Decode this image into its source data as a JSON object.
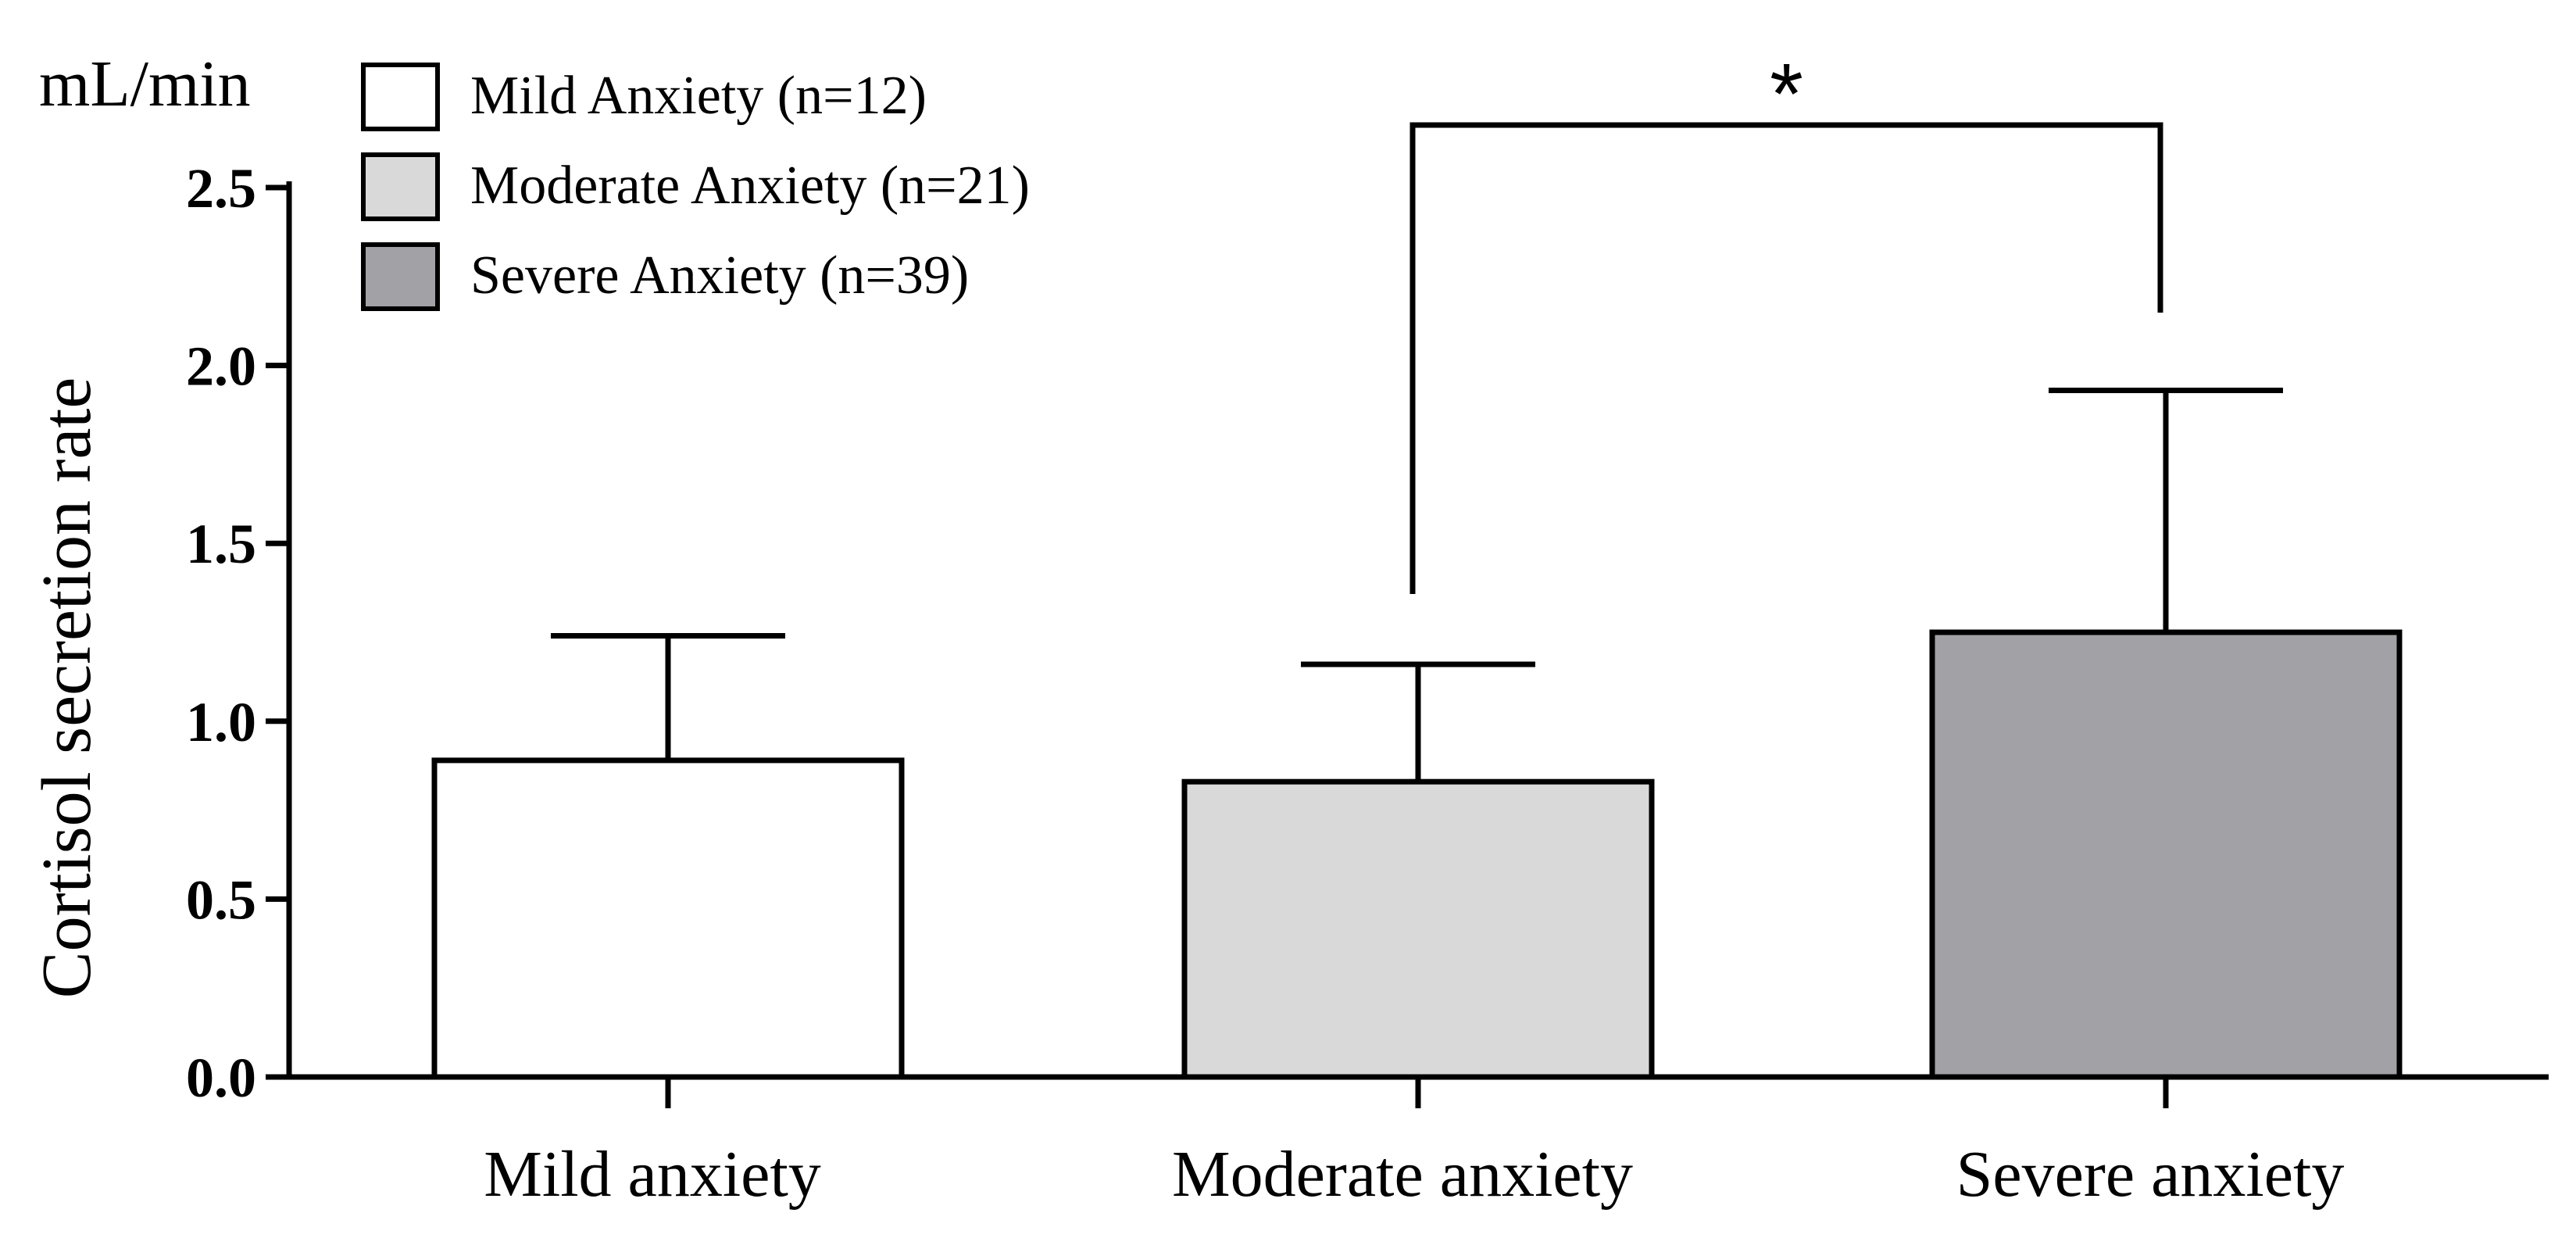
{
  "chart_data": {
    "type": "bar",
    "title": "",
    "ylabel": "Cortisol secretion rate",
    "yunit": "mL/min",
    "xlabel": "",
    "ylim": [
      0,
      2.5
    ],
    "yticks": [
      "0.0",
      "0.5",
      "1.0",
      "1.5",
      "2.0",
      "2.5"
    ],
    "grid": false,
    "legend_position": "top-left",
    "categories": [
      "Mild anxiety",
      "Moderate anxiety",
      "Severe anxiety"
    ],
    "series": [
      {
        "values": [
          0.89,
          0.83,
          1.25
        ],
        "errors": [
          0.35,
          0.33,
          0.68
        ]
      }
    ],
    "bar_colors": [
      "#ffffff",
      "#d9d9d9",
      "#a2a2a6"
    ],
    "legend": [
      {
        "label": "Mild Anxiety (n=12)",
        "color": "#ffffff"
      },
      {
        "label": "Moderate Anxiety (n=21)",
        "color": "#d9d9d9"
      },
      {
        "label": "Severe Anxiety (n=39)",
        "color": "#a2a2a6"
      }
    ],
    "significance": [
      {
        "from": 1,
        "to": 2,
        "label": "*"
      }
    ]
  }
}
